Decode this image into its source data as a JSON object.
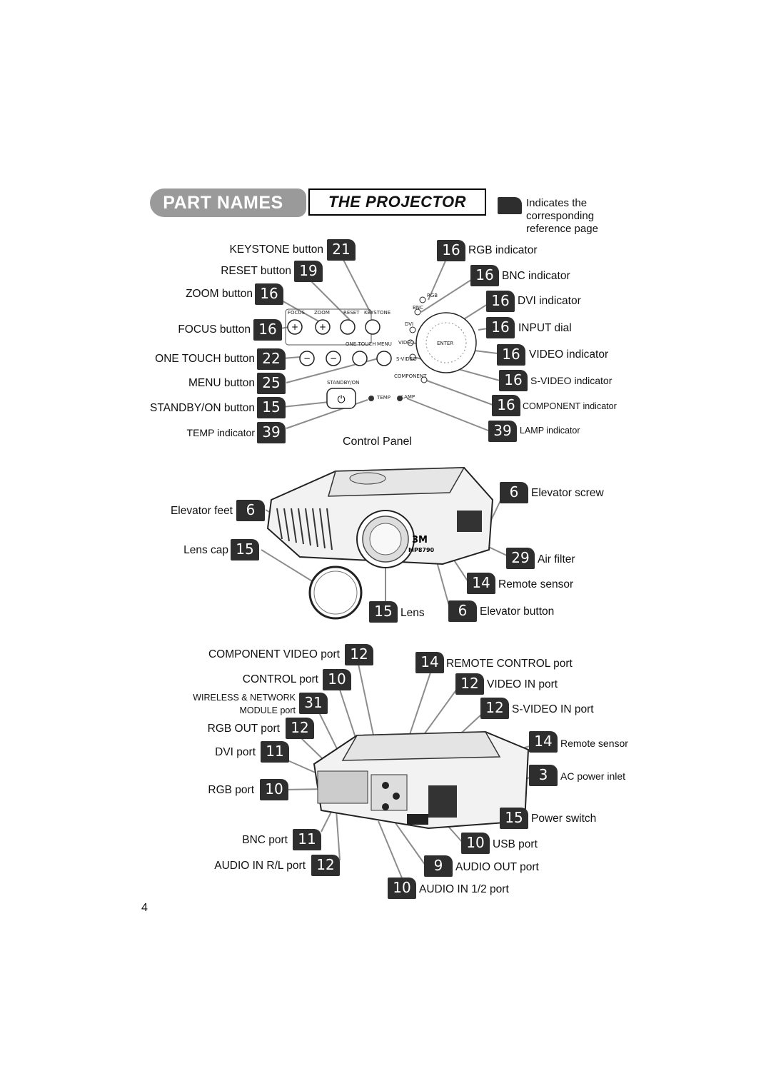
{
  "header": {
    "section_title": "PART NAMES",
    "subtitle": "THE PROJECTOR",
    "reference_note": "Indicates the corresponding reference page"
  },
  "control_panel": {
    "caption": "Control Panel",
    "left_labels": [
      {
        "text": "KEYSTONE button",
        "page": "21"
      },
      {
        "text": "RESET button",
        "page": "19"
      },
      {
        "text": "ZOOM button",
        "page": "16"
      },
      {
        "text": "FOCUS button",
        "page": "16"
      },
      {
        "text": "ONE TOUCH button",
        "page": "22"
      },
      {
        "text": "MENU button",
        "page": "25"
      },
      {
        "text": "STANDBY/ON button",
        "page": "15"
      },
      {
        "text": "TEMP indicator",
        "page": "39"
      }
    ],
    "right_labels": [
      {
        "text": "RGB indicator",
        "page": "16"
      },
      {
        "text": "BNC indicator",
        "page": "16"
      },
      {
        "text": "DVI indicator",
        "page": "16"
      },
      {
        "text": "INPUT dial",
        "page": "16"
      },
      {
        "text": "VIDEO indicator",
        "page": "16"
      },
      {
        "text": "S-VIDEO indicator",
        "page": "16"
      },
      {
        "text": "COMPONENT indicator",
        "page": "16"
      },
      {
        "text": "LAMP indicator",
        "page": "39"
      }
    ],
    "panel_text": {
      "focus": "FOCUS",
      "zoom": "ZOOM",
      "reset": "RESET",
      "keystone": "KEYSTONE",
      "one_touch": "ONE TOUCH",
      "menu": "MENU",
      "standby": "STANDBY/ON",
      "temp": "TEMP",
      "lamp": "LAMP",
      "rgb": "RGB",
      "bnc": "BNC",
      "dvi": "DVI",
      "video": "VIDEO",
      "svideo": "S-VIDEO",
      "component": "COMPONENT",
      "enter": "ENTER"
    }
  },
  "front_view": {
    "brand": "3M",
    "model": "MP8790",
    "labels": [
      {
        "text": "Elevator feet",
        "page": "6"
      },
      {
        "text": "Lens cap",
        "page": "15"
      },
      {
        "text": "Lens",
        "page": "15"
      },
      {
        "text": "Elevator screw",
        "page": "6"
      },
      {
        "text": "Air filter",
        "page": "29"
      },
      {
        "text": "Remote sensor",
        "page": "14"
      },
      {
        "text": "Elevator button",
        "page": "6"
      }
    ]
  },
  "rear_view": {
    "left_labels": [
      {
        "text": "COMPONENT VIDEO port",
        "page": "12"
      },
      {
        "text": "CONTROL port",
        "page": "10"
      },
      {
        "text": "WIRELESS & NETWORK",
        "text2": "MODULE port",
        "page": "31"
      },
      {
        "text": "RGB OUT port",
        "page": "12"
      },
      {
        "text": "DVI port",
        "page": "11"
      },
      {
        "text": "RGB port",
        "page": "10"
      },
      {
        "text": "BNC port",
        "page": "11"
      },
      {
        "text": "AUDIO IN R/L port",
        "page": "12"
      }
    ],
    "right_labels": [
      {
        "text": "REMOTE CONTROL port",
        "page": "14"
      },
      {
        "text": "VIDEO IN port",
        "page": "12"
      },
      {
        "text": "S-VIDEO IN port",
        "page": "12"
      },
      {
        "text": "Remote sensor",
        "page": "14"
      },
      {
        "text": "AC power inlet",
        "page": "3"
      },
      {
        "text": "Power switch",
        "page": "15"
      },
      {
        "text": "USB port",
        "page": "10"
      },
      {
        "text": "AUDIO OUT port",
        "page": "9"
      },
      {
        "text": "AUDIO IN 1/2 port",
        "page": "10"
      }
    ]
  },
  "page_number": "4"
}
